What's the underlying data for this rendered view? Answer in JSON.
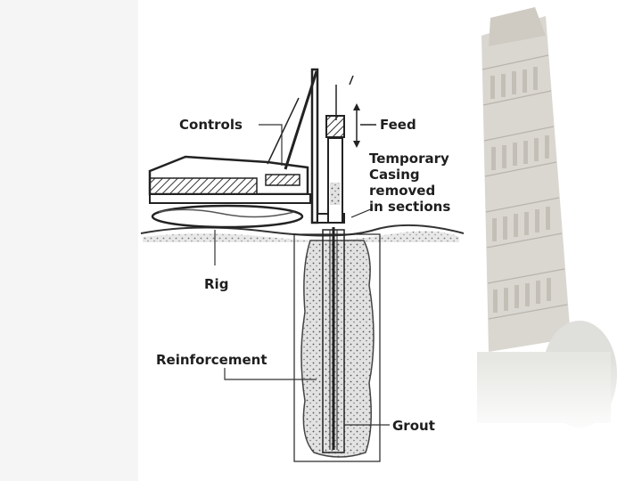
{
  "labels": {
    "controls": "Controls",
    "feed": "Feed",
    "casing": [
      "Temporary",
      "Casing",
      "removed",
      "in sections"
    ],
    "rig": "Rig",
    "reinforcement": "Reinforcement",
    "grout": "Grout"
  },
  "colors": {
    "ink": "#1e1e1e",
    "grout_fill": "#cfcfcf",
    "ground_hatch": "#555555",
    "panel_bg": "#ffffff",
    "side_panel": "#f4f4f4",
    "tower": "#d9d6d0"
  },
  "icons": {
    "left_panel": "gray-side-panel",
    "photo": "leaning-tower-of-pisa-photo"
  }
}
